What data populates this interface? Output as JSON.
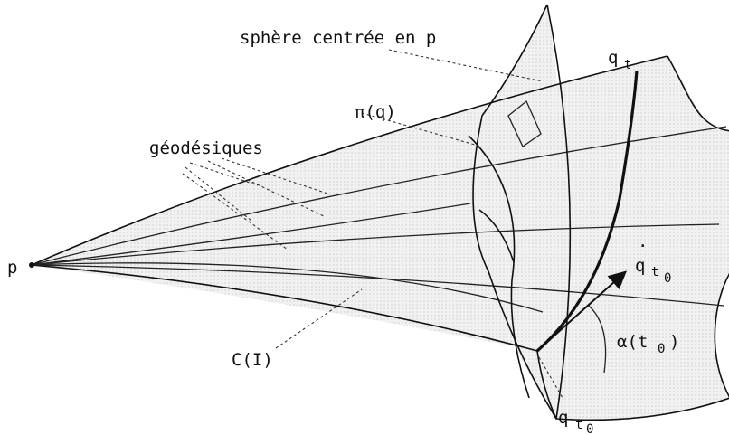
{
  "labels": {
    "sphere": "sphère centrée en p",
    "pi_q": "π(q)",
    "geodesiques": "géodésiques",
    "p": "p",
    "c_i": "C(I)",
    "q_t": "q",
    "q_t_sub": "t",
    "qdot": "q",
    "qdot_sub": "t",
    "qdot_subsub": "0",
    "alpha": "α(t",
    "alpha_sub": "0",
    "alpha_close": ")",
    "q_t0": "q",
    "q_t0_sub": "t",
    "q_t0_subsub": "0"
  },
  "colors": {
    "surface": "#e9e9e9",
    "ink": "#111111"
  }
}
